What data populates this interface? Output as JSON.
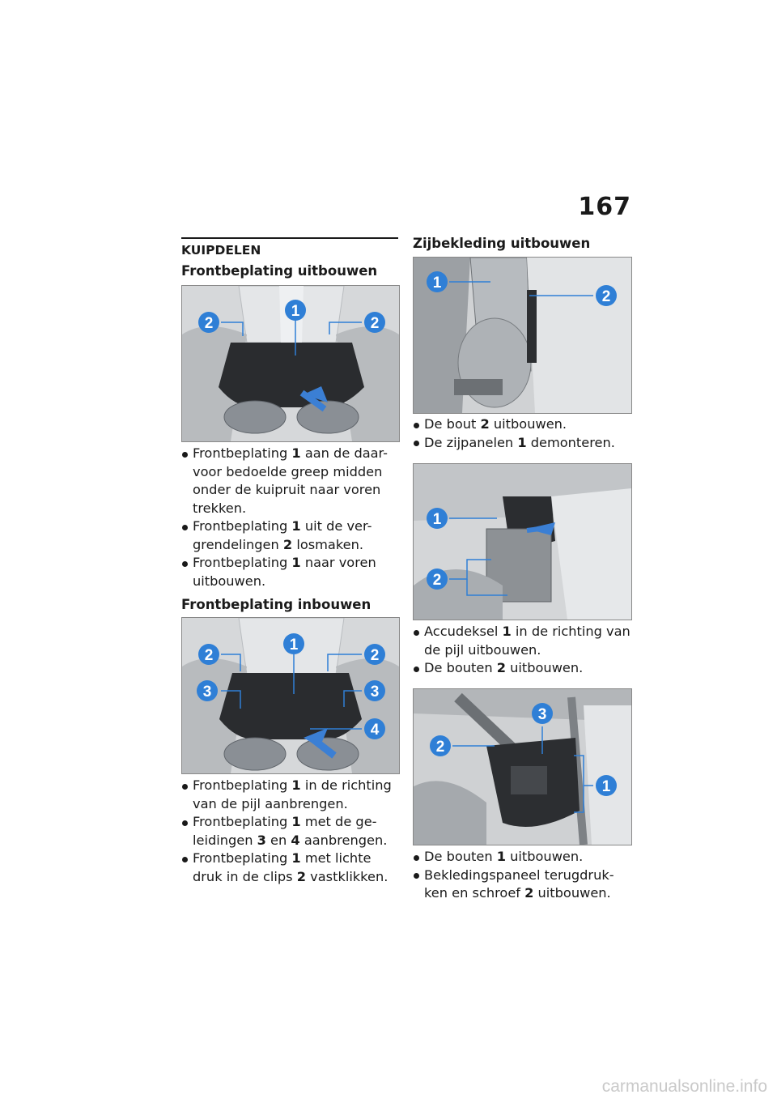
{
  "page": {
    "number": "167",
    "watermark": "carmanualsonline.info"
  },
  "left": {
    "section_heading": "KUIPDELEN",
    "remove_heading": "Frontbeplating uitbouwen",
    "remove_steps": [
      {
        "pre": "Frontbeplating ",
        "num": "1",
        "post": " aan de daar-voor bedoelde greep midden onder de kuipruit naar voren trekken."
      },
      {
        "pre": "Frontbeplating ",
        "num": "1",
        "post": " uit de ver-grendelingen ",
        "num2": "2",
        "post2": " losmaken."
      },
      {
        "pre": "Frontbeplating ",
        "num": "1",
        "post": " naar voren uitbouwen."
      }
    ],
    "install_heading": "Frontbeplating inbouwen",
    "install_steps": [
      {
        "pre": "Frontbeplating ",
        "num": "1",
        "post": " in de richting van de pijl aanbrengen."
      },
      {
        "pre": "Frontbeplating ",
        "num": "1",
        "post": " met de ge-leidingen ",
        "num2": "3",
        "post2": " en ",
        "num3": "4",
        "post3": " aanbrengen."
      },
      {
        "pre": "Frontbeplating ",
        "num": "1",
        "post": " met lichte druk in de clips ",
        "num2": "2",
        "post2": " vastklikken."
      }
    ]
  },
  "right": {
    "side_heading": "Zijbekleding uitbouwen",
    "side_steps_a": [
      {
        "pre": "De bout ",
        "num": "2",
        "post": " uitbouwen."
      },
      {
        "pre": "De zijpanelen ",
        "num": "1",
        "post": " demonteren."
      }
    ],
    "side_steps_b": [
      {
        "pre": "Accudeksel ",
        "num": "1",
        "post": " in de richting van de pijl uitbouwen."
      },
      {
        "pre": "De bouten ",
        "num": "2",
        "post": " uitbouwen."
      }
    ],
    "side_steps_c": [
      {
        "pre": "De bouten ",
        "num": "1",
        "post": " uitbouwen."
      },
      {
        "pre": "Bekledingspaneel terugdruk-ken en schroef ",
        "num": "2",
        "post": " uitbouwen."
      }
    ]
  },
  "callouts": {
    "photo1": [
      "1",
      "2",
      "2"
    ],
    "photo2": [
      "1",
      "2",
      "2",
      "3",
      "3",
      "4"
    ],
    "photo3": [
      "1",
      "2"
    ],
    "photo4": [
      "1",
      "2"
    ],
    "photo5": [
      "1",
      "2",
      "3"
    ]
  },
  "colors": {
    "callout": "#2f7fd6",
    "text": "#1a1a1a"
  }
}
